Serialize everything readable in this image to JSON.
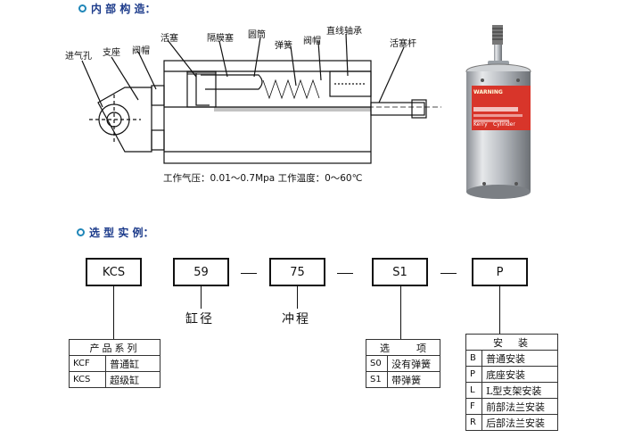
{
  "section1": {
    "title": "内 部 构 造："
  },
  "labels": {
    "inlet": "进气孔",
    "support": "支座",
    "valve": "阀帽",
    "piston": "活塞",
    "diaphragm": "隔膜塞",
    "cylinder": "圆筒",
    "spring": "弹簧",
    "valve2": "阀帽",
    "bearing": "直线轴承",
    "rod": "活塞杆"
  },
  "specs": {
    "text": "工作气压：0.01～0.7Mpa  工作温度：0～60℃"
  },
  "product": {
    "label_lines": [
      "WARNING",
      "Kerry",
      "Cylinder"
    ]
  },
  "section2": {
    "title": "选 型 实 例："
  },
  "boxes": {
    "model": "KCS",
    "bore": "59",
    "stroke": "75",
    "option": "S1",
    "mount": "P"
  },
  "captions": {
    "bore": "缸径",
    "stroke": "冲程"
  },
  "table_series": {
    "header": "产品系列",
    "rows": [
      [
        "KCF",
        "普通缸"
      ],
      [
        "KCS",
        "超级缸"
      ]
    ]
  },
  "table_option": {
    "header_a": "选",
    "header_b": "项",
    "rows": [
      [
        "S0",
        "没有弹簧"
      ],
      [
        "S1",
        "带弹簧"
      ]
    ]
  },
  "table_mount": {
    "header": "安　装",
    "rows": [
      [
        "B",
        "普通安装"
      ],
      [
        "P",
        "底座安装"
      ],
      [
        "L",
        "L型支架安装"
      ],
      [
        "F",
        "前部法兰安装"
      ],
      [
        "R",
        "后部法兰安装"
      ]
    ]
  }
}
